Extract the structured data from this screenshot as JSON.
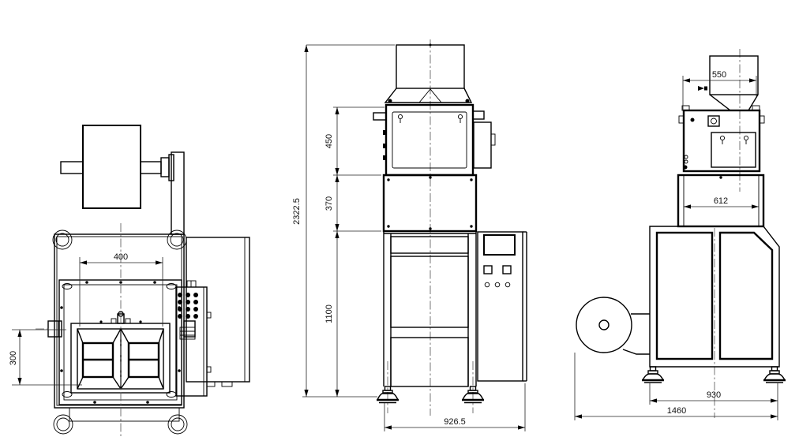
{
  "colors": {
    "line": "#000000",
    "background": "#ffffff",
    "dim_text": "#111111"
  },
  "dims": {
    "former_width": "400",
    "former_depth": "300",
    "overall_height": "2322.5",
    "weigher_height": "450",
    "mid_section_height": "370",
    "frame_height": "1100",
    "front_base_width": "926.5",
    "hopper_width": "550",
    "mid_body_width": "612",
    "side_base_width": "930",
    "overall_depth": "1460"
  }
}
